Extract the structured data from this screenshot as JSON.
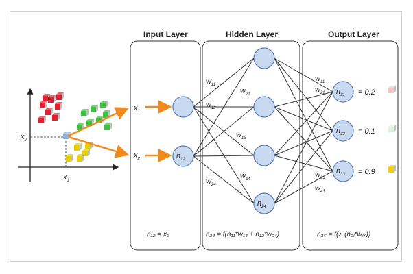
{
  "layers": {
    "input": {
      "title": "Input Layer"
    },
    "hidden": {
      "title": "Hidden Layer"
    },
    "output": {
      "title": "Output Layer"
    }
  },
  "axis": {
    "x2_label": "x",
    "x2_sub": "2",
    "x1_label": "x",
    "x1_sub": "1"
  },
  "input_labels": [
    {
      "main": "x",
      "sub": "1"
    },
    {
      "main": "x",
      "sub": "2"
    }
  ],
  "nodes": {
    "input_node_label": {
      "main": "n",
      "sub": "12"
    },
    "hidden_bottom": {
      "main": "n",
      "sub": "24"
    },
    "outputs": [
      {
        "main": "n",
        "sub": "31",
        "value": "= 0.2",
        "color": "#f4c4c4"
      },
      {
        "main": "n",
        "sub": "32",
        "value": "= 0.1",
        "color": "#dff2df"
      },
      {
        "main": "n",
        "sub": "33",
        "value": "= 0.9",
        "color": "#f0d000"
      }
    ]
  },
  "weights": {
    "w11": {
      "main": "w",
      "sub": "11"
    },
    "w12": {
      "main": "w",
      "sub": "12"
    },
    "w21": {
      "main": "w",
      "sub": "21"
    },
    "w13": {
      "main": "w",
      "sub": "13"
    },
    "w14": {
      "main": "w",
      "sub": "14"
    },
    "w24": {
      "main": "w",
      "sub": "24"
    },
    "out_w11": {
      "main": "w",
      "sub": "11"
    },
    "out_w21": {
      "main": "w",
      "sub": "21"
    },
    "out_w33": {
      "main": "w",
      "sub": "33"
    },
    "out_w43": {
      "main": "w",
      "sub": "43"
    }
  },
  "equations": {
    "input": "n₁₂ = x₂",
    "hidden": "n₂₄ = f(n₁₁*w₁₄ + n₁₂*w₂₄)",
    "output": "n₃ₖ = f(Σ (n₂ⱼ*wⱼₖ))"
  },
  "colors": {
    "node_fill": "#c9d9ef",
    "node_stroke": "#5a7bb0",
    "arrow": "#f08a1c",
    "red": "#e02030",
    "green": "#40c040",
    "yellow": "#e8d000",
    "blue_cube": "#8fb4d8"
  }
}
